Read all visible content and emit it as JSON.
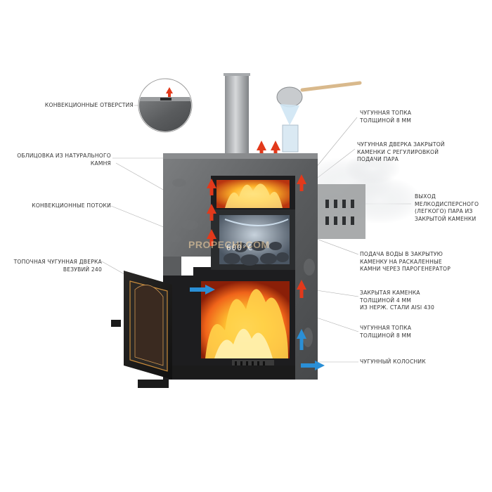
{
  "callouts": {
    "convection_holes": "КОНВЕКЦИОННЫЕ ОТВЕРСТИЯ",
    "natural_cladding": "ОБЛИЦОВКА ИЗ НАТУРАЛЬНОГО\nКАМНЯ",
    "convection_flows": "КОНВЕКЦИОННЫЕ ПОТОКИ",
    "furnace_door": "ТОПОЧНАЯ ЧУГУННАЯ ДВЕРКА\nВЕЗУВИЙ 240",
    "top_firebox": "ЧУГУННАЯ ТОПКА\nТОЛЩИНОЙ 8 ММ",
    "heater_door": "ЧУГУННАЯ ДВЕРКА ЗАКРЫТОЙ\nКАМЕНКИ С РЕГУЛИРОВКОЙ\nПОДАЧИ ПАРА",
    "steam_outlet": "ВЫХОД\nМЕЛКОДИСПЕРСНОГО\n(ЛЕГКОГО) ПАРА ИЗ\nЗАКРЫТОЙ КАМЕНКИ",
    "water_supply": "ПОДАЧА ВОДЫ В ЗАКРЫТУЮ\nКАМЕНКУ НА РАСКАЛЕННЫЕ\nКАМНИ ЧЕРЕЗ ПАРОГЕНЕРАТОР",
    "closed_heater": "ЗАКРЫТАЯ КАМЕНКА\nТОЛЩИНОЙ 4 ММ\nИЗ НЕРЖ. СТАЛИ AISI 430",
    "firebox": "ЧУГУННАЯ ТОПКА\nТОЛЩИНОЙ 8 ММ",
    "grate": "ЧУГУННЫЙ КОЛОСНИК"
  },
  "readout": "600°C",
  "watermark": "PROPECHI.COM",
  "colors": {
    "stone": "#5e6062",
    "stone_light": "#8a8c8e",
    "cast_iron": "#1d1d1f",
    "fire_core": "#ffd24a",
    "fire_outer": "#e8530f",
    "hot_air_arrow": "#e2391b",
    "cold_air_arrow": "#2a8fd6",
    "steam": "#e4e6e8",
    "chimney": "#b9bcbf",
    "ladle_handle": "#d9b98c",
    "leader_line": "#9a9a9a"
  },
  "icons": {
    "hot_arrow": "arrow-up-red-icon",
    "cold_arrow": "arrow-up-blue-icon",
    "ladle": "ladle-icon",
    "magnifier": "magnifier-circle-icon"
  }
}
